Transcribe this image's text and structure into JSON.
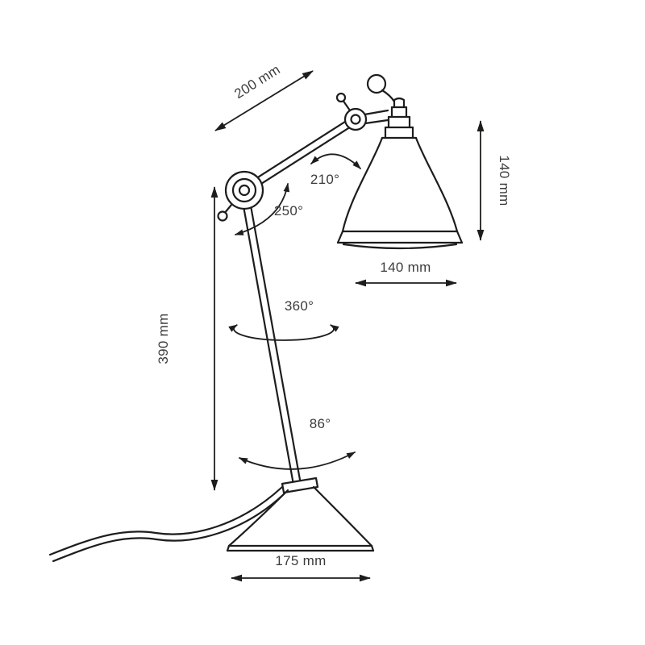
{
  "diagram": {
    "type": "technical-dimension-drawing",
    "subject": "articulated desk lamp with bell shade and conical base",
    "dimensions": {
      "upper_arm": {
        "label": "200 mm",
        "orientation": "diagonal"
      },
      "shade_height": {
        "label": "140 mm",
        "orientation": "vertical"
      },
      "shade_width": {
        "label": "140 mm",
        "orientation": "horizontal"
      },
      "lower_arm": {
        "label": "390 mm",
        "orientation": "vertical"
      },
      "base_width": {
        "label": "175 mm",
        "orientation": "horizontal"
      }
    },
    "angles": {
      "shade_tilt": {
        "label": "210°"
      },
      "elbow_swivel": {
        "label": "250°"
      },
      "stem_rotation": {
        "label": "360°"
      },
      "base_pivot": {
        "label": "86°"
      }
    },
    "colors": {
      "line": "#1d1d1b",
      "text": "#3c3c3b",
      "background": "#ffffff"
    }
  }
}
